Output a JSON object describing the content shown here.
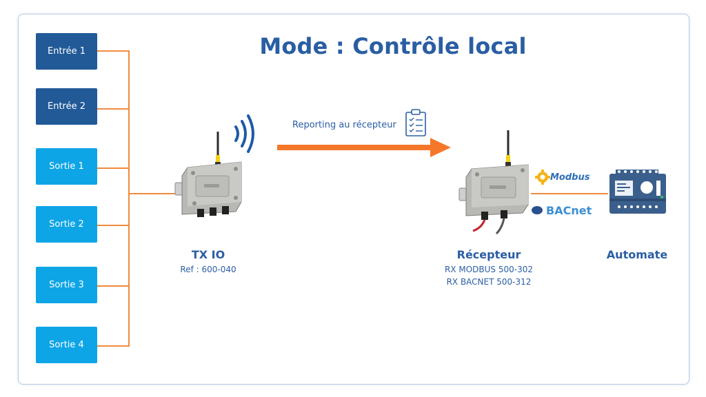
{
  "title": "Mode : Contrôle local",
  "inputs": [
    {
      "label": "Entrée 1"
    },
    {
      "label": "Entrée 2"
    }
  ],
  "outputs": [
    {
      "label": "Sortie 1"
    },
    {
      "label": "Sortie 2"
    },
    {
      "label": "Sortie 3"
    },
    {
      "label": "Sortie 4"
    }
  ],
  "transmitter": {
    "title": "TX IO",
    "ref": "Ref : 600-040"
  },
  "report": {
    "label": "Reporting au récepteur",
    "icon": "clipboard-checklist-icon"
  },
  "receiver": {
    "title": "Récepteur",
    "line1": "RX MODBUS 500-302",
    "line2": "RX BACNET 500-312"
  },
  "protocols": {
    "modbus": "Modbus",
    "bacnet": "BACnet"
  },
  "controller": {
    "title": "Automate"
  },
  "colors": {
    "title": "#2a5ea3",
    "input_box": "#225a98",
    "output_box": "#0ea5e6",
    "connector": "#f08a3c",
    "arrow": "#f5782a",
    "frame_border": "#b9cbe3"
  }
}
